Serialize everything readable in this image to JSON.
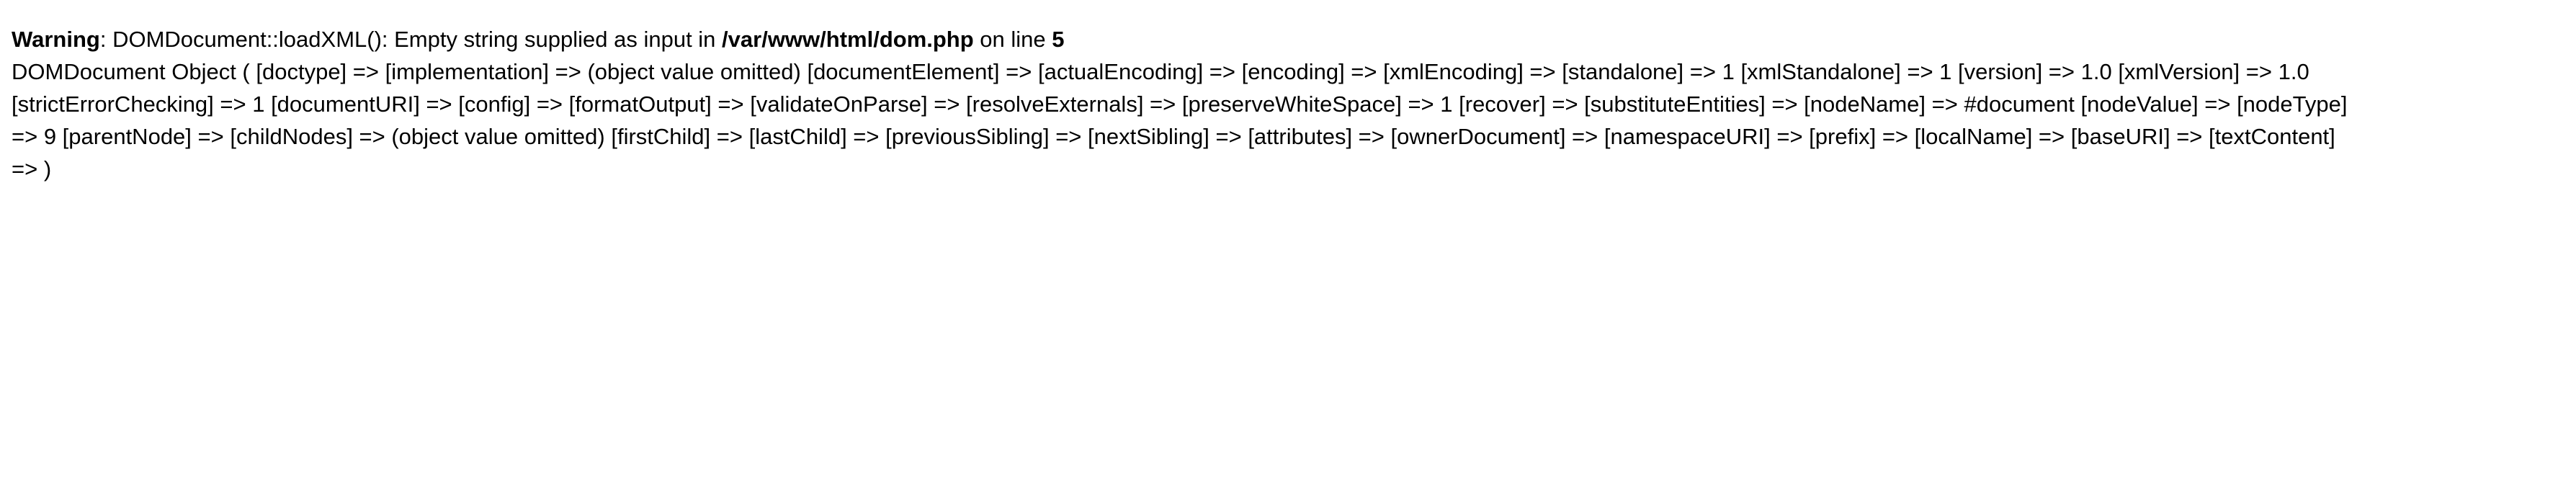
{
  "warning": {
    "label": "Warning",
    "separator": ": ",
    "message": "DOMDocument::loadXML(): Empty string supplied as input in ",
    "file": "/var/www/html/dom.php",
    "on_line_text": " on line ",
    "line_number": "5"
  },
  "dump": {
    "line1": "DOMDocument Object ( [doctype] => [implementation] => (object value omitted) [documentElement] => [actualEncoding] => [encoding] => [xmlEncoding] => [standalone] => 1 [xmlStandalone] => 1 [version] => 1.0 [xmlVersion] => 1.0",
    "line2": "[strictErrorChecking] => 1 [documentURI] => [config] => [formatOutput] => [validateOnParse] => [resolveExternals] => [preserveWhiteSpace] => 1 [recover] => [substituteEntities] => [nodeName] => #document [nodeValue] => [nodeType]",
    "line3": "=> 9 [parentNode] => [childNodes] => (object value omitted) [firstChild] => [lastChild] => [previousSibling] => [nextSibling] => [attributes] => [ownerDocument] => [namespaceURI] => [prefix] => [localName] => [baseURI] => [textContent]",
    "line4": "=> )"
  }
}
